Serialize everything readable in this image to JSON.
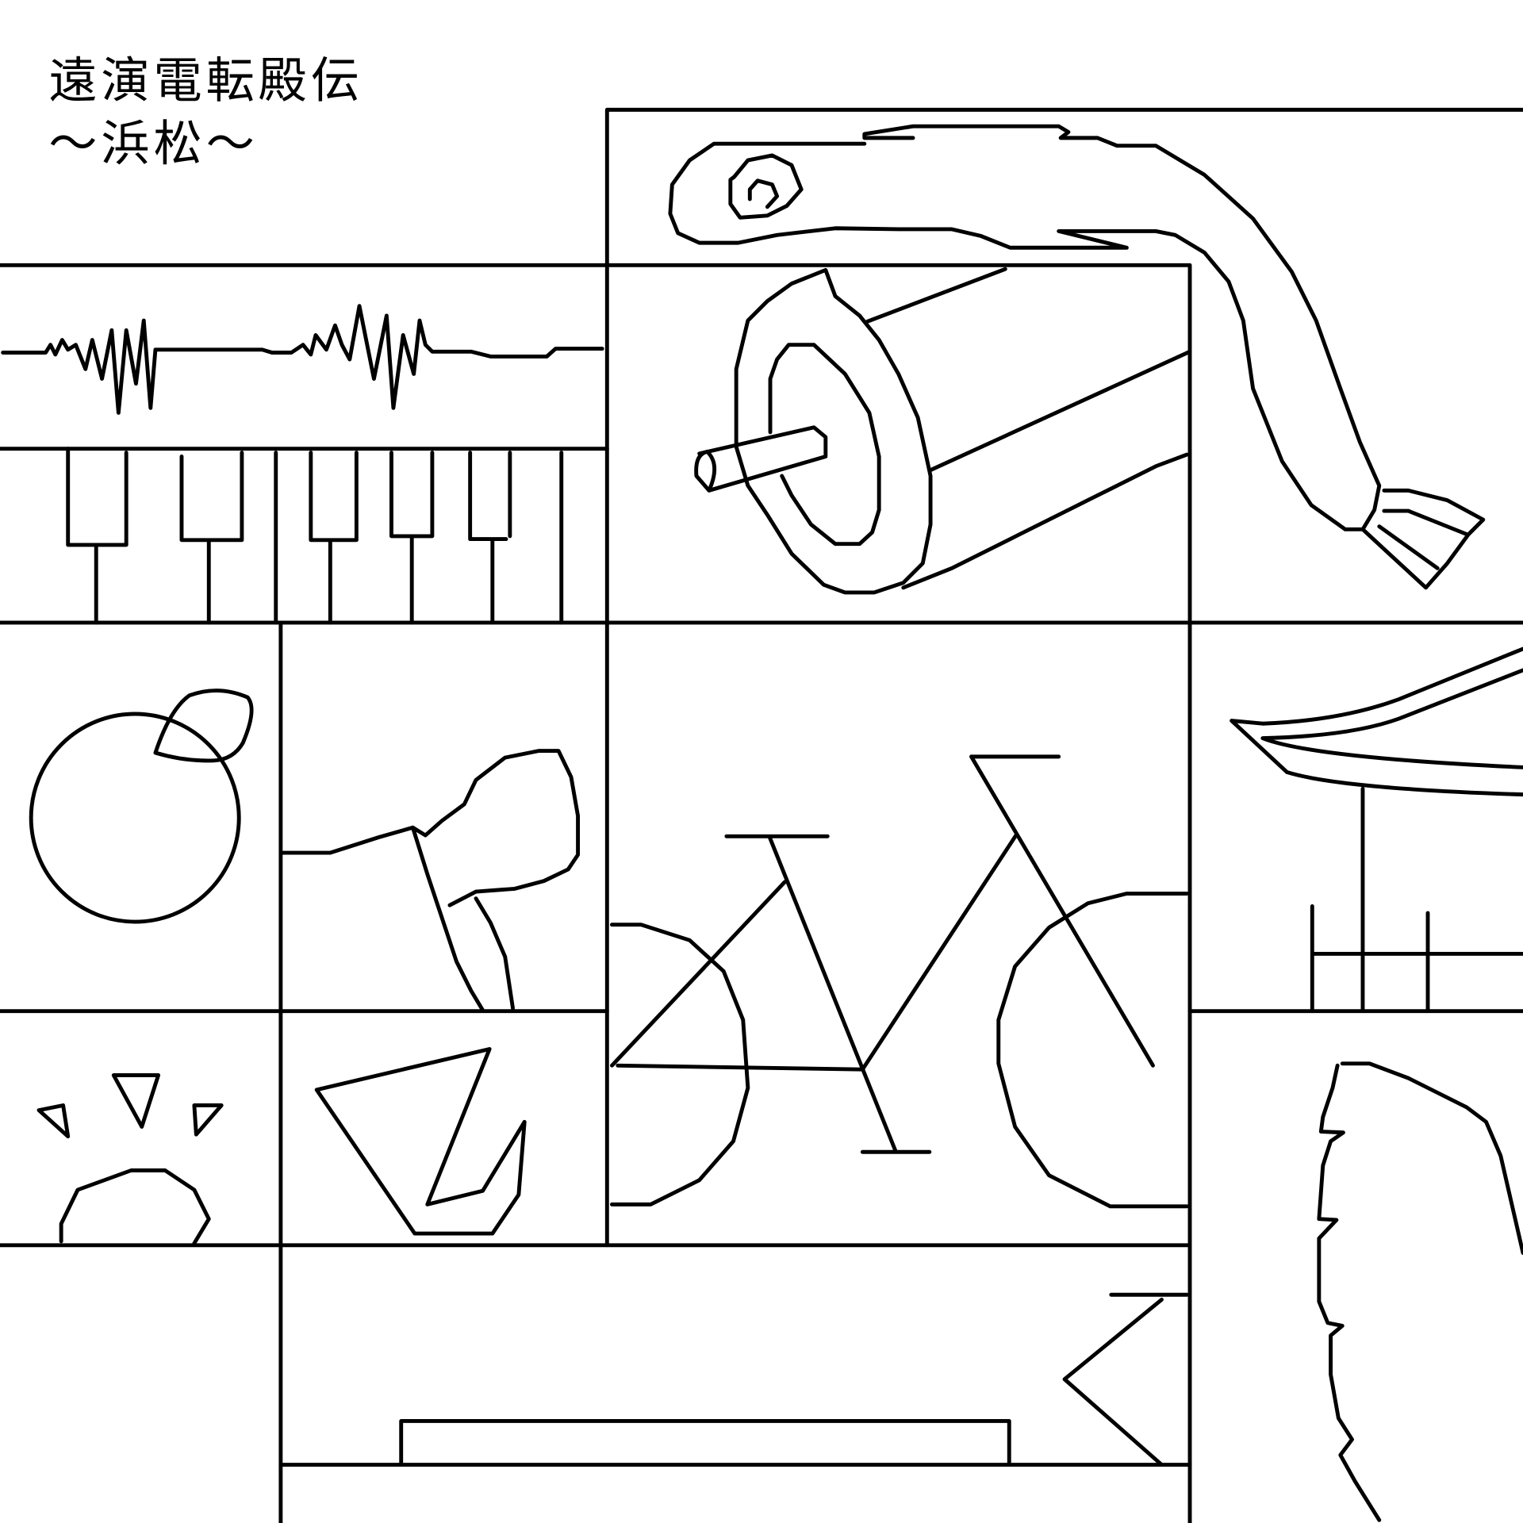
{
  "title": {
    "line1": "遠演電転殿伝",
    "line2": "〜浜松〜"
  },
  "colors": {
    "background": "#ffffff",
    "ink": "#000000"
  },
  "panels": [
    "seismograph-wave",
    "piano-keys",
    "eel-scroll",
    "paper-roll",
    "orange",
    "bird-head",
    "bicycle",
    "roof",
    "face",
    "geometric-shapes",
    "arrow-and-bar",
    "hand"
  ]
}
